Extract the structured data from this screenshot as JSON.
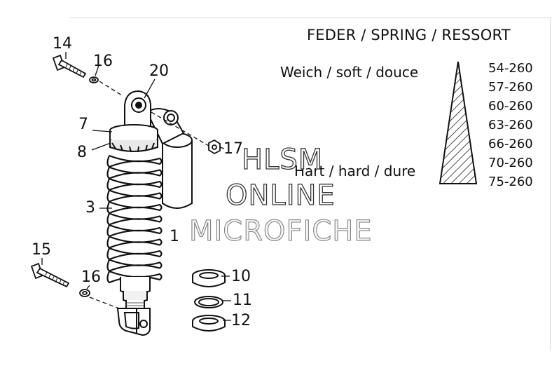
{
  "heading": "FEDER / SPRING / RESSORT",
  "soft_label": "Weich / soft / douce",
  "hard_label": "Hart / hard / dure",
  "spring_codes": [
    "54-260",
    "57-260",
    "60-260",
    "63-260",
    "66-260",
    "70-260",
    "75-260"
  ],
  "callouts": {
    "p14": "14",
    "p16a": "16",
    "p20": "20",
    "p7": "7",
    "p8": "8",
    "p17": "17",
    "p3": "3",
    "p1": "1",
    "p15": "15",
    "p16b": "16",
    "p10": "10",
    "p11": "11",
    "p12": "12"
  },
  "watermark": {
    "line1": "HLSM",
    "line2": "ONLINE",
    "line3": "MICROFICHE"
  }
}
